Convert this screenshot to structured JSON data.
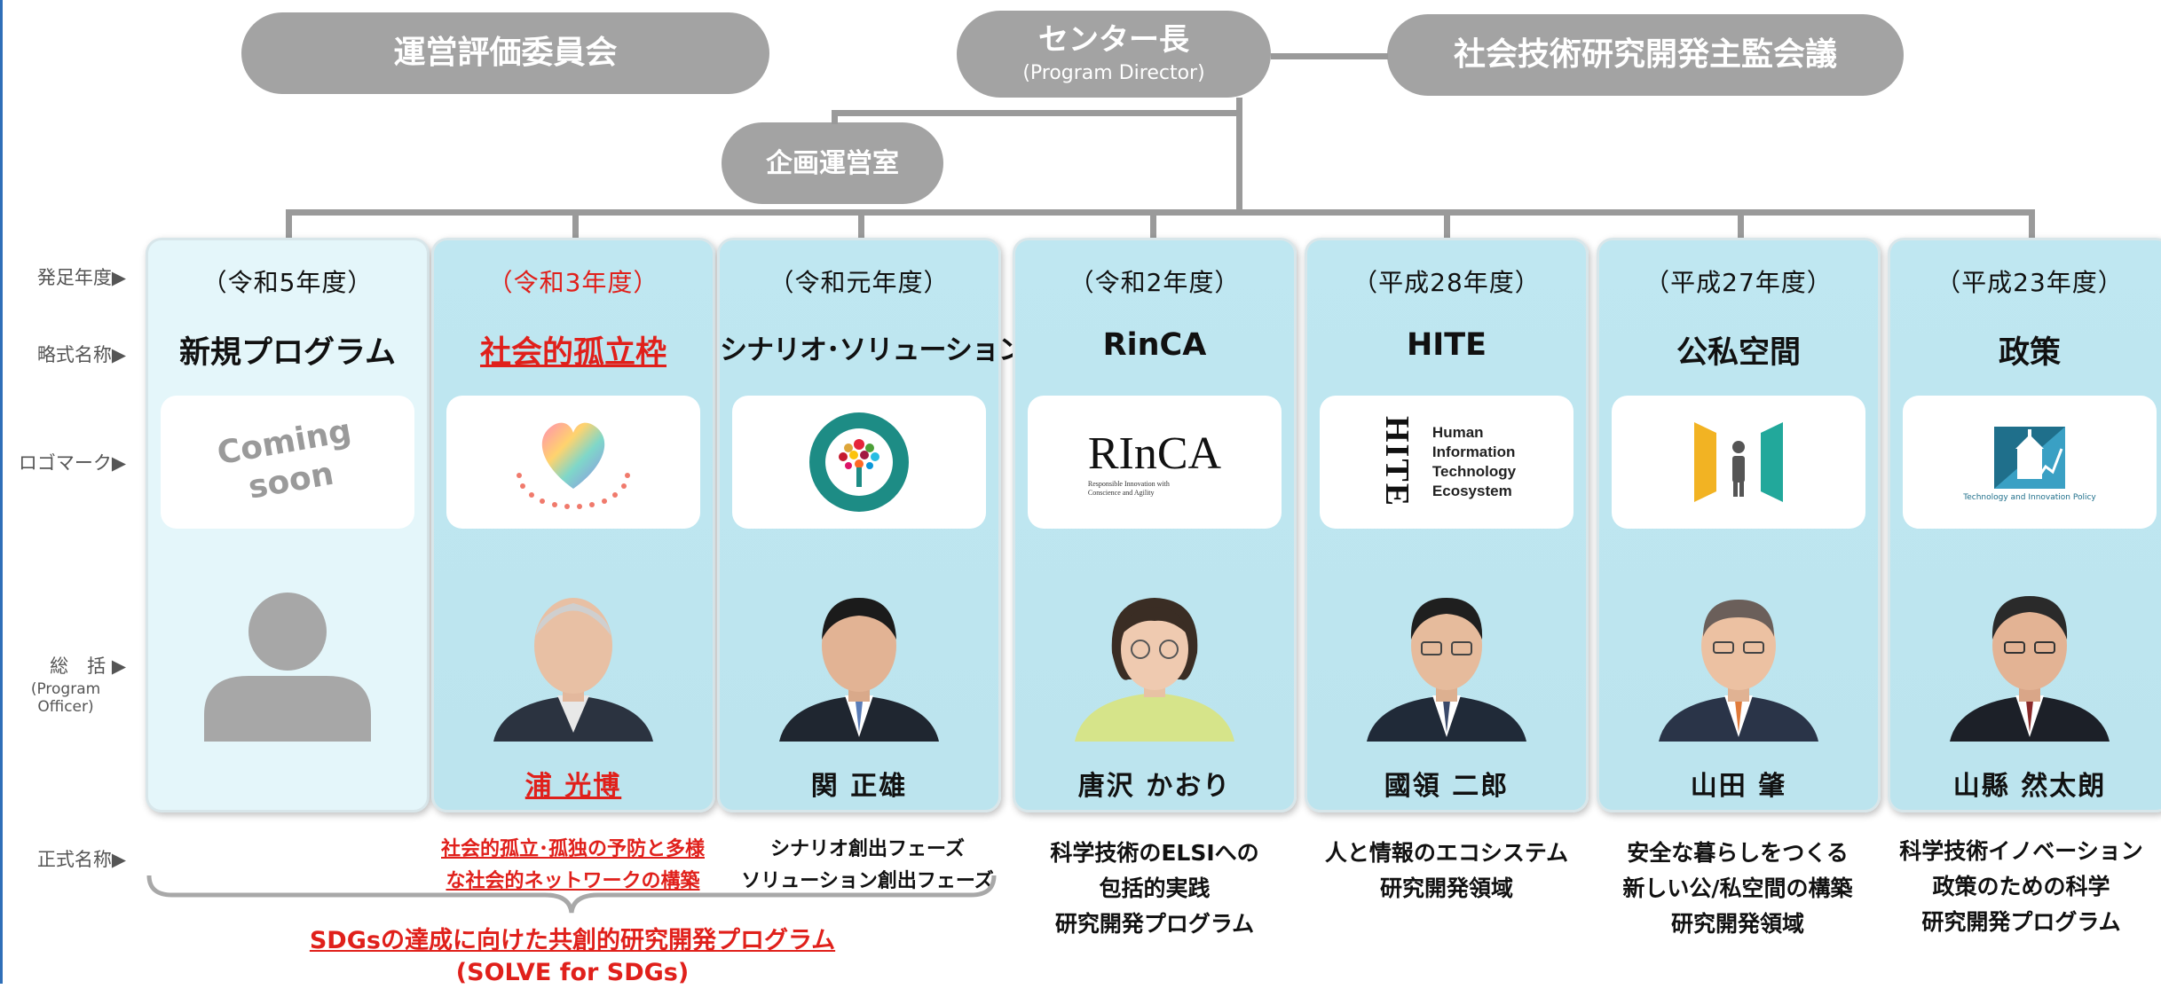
{
  "top": {
    "evaluation_committee": "運営評価委員会",
    "center_director": "センター長",
    "center_director_en": "(Program Director)",
    "supervisory_council": "社会技術研究開発主監会議",
    "planning_office": "企画運営室"
  },
  "row_labels": {
    "year": "発足年度▶",
    "abbr": "略式名称▶",
    "logo": "ロゴマーク▶",
    "po": "総　括 ▶",
    "po_en": "(Program Officer)",
    "official": "正式名称▶"
  },
  "programs": [
    {
      "year": "（令和5年度）",
      "abbr": "新規プログラム",
      "logo_text_1": "Coming",
      "logo_text_2": "soon",
      "po": ""
    },
    {
      "year": "（令和3年度）",
      "abbr": "社会的孤立枠",
      "po": "浦 光博"
    },
    {
      "year": "（令和元年度）",
      "abbr": "シナリオ･ソリューション",
      "po": "関 正雄"
    },
    {
      "year": "（令和2年度）",
      "abbr": "RinCA",
      "logo_text": "RInCA",
      "logo_sub": "Responsible Innovation with Conscience and Agility",
      "po": "唐沢 かおり"
    },
    {
      "year": "（平成28年度）",
      "abbr": "HITE",
      "logo_lines": [
        "Human",
        "Information",
        "Technology",
        "Ecosystem"
      ],
      "logo_vertical": "HITE",
      "po": "國領 二郎"
    },
    {
      "year": "（平成27年度）",
      "abbr": "公私空間",
      "po": "山田 肇"
    },
    {
      "year": "（平成23年度）",
      "abbr": "政策",
      "logo_sub": "Technology and Innovation Policy",
      "po": "山縣 然太朗"
    }
  ],
  "official": {
    "isolation": [
      "社会的孤立･孤独の予防と多様",
      "な社会的ネットワークの構築"
    ],
    "scenario": [
      "シナリオ創出フェーズ",
      "ソリューション創出フェーズ"
    ],
    "rinca": [
      "科学技術のELSIへの",
      "包括的実践",
      "研究開発プログラム"
    ],
    "hite": [
      "人と情報のエコシステム",
      "研究開発領域"
    ],
    "space": [
      "安全な暮らしをつくる",
      "新しい公/私空間の構築",
      "研究開発領域"
    ],
    "policy": [
      "科学技術イノベーション",
      "政策のための科学",
      "研究開発プログラム"
    ],
    "sdgs": [
      "SDGsの達成に向けた共創的研究開発プログラム",
      "(SOLVE for SDGs)"
    ]
  },
  "colors": {
    "accent_red": "#e0201b",
    "pill_gray": "#a3a3a3",
    "card_blue": "#bce4ee"
  }
}
